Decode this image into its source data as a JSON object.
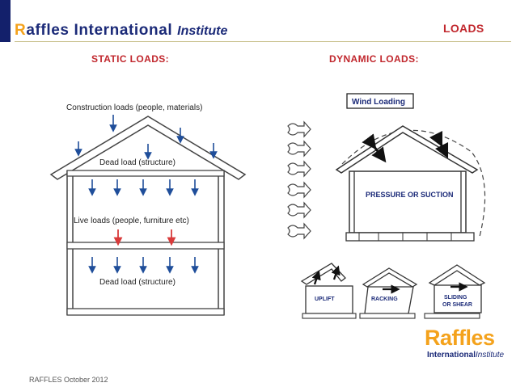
{
  "header": {
    "brand_first_letter": "R",
    "brand_rest": "affles",
    "brand_word2": "International",
    "brand_word3": "Institute",
    "section_label": "LOADS"
  },
  "subtitles": {
    "static": "STATIC LOADS:",
    "dynamic": "DYNAMIC LOADS:"
  },
  "static_diagram": {
    "construction_loads": "Construction loads (people, materials)",
    "dead_load_roof": "Dead load (structure)",
    "live_loads": "Live loads (people, furniture etc)",
    "dead_load_floor": "Dead load (structure)"
  },
  "dynamic_diagram": {
    "wind_loading": "Wind Loading",
    "pressure_or_suction": "PRESSURE OR SUCTION",
    "uplift": "UPLIFT",
    "racking": "RACKING",
    "sliding_line1": "SLIDING",
    "sliding_line2": "OR SHEAR"
  },
  "logo": {
    "main": "Raffles",
    "sub_bold": "International",
    "sub_italic": "Institute"
  },
  "footer": {
    "text": "RAFFLES October 2012"
  },
  "colors": {
    "navy": "#1b2a78",
    "orange": "#f4a21c",
    "red": "#c1272d",
    "arrow_blue": "#1f4e9a",
    "arrow_red": "#d93a3a"
  }
}
